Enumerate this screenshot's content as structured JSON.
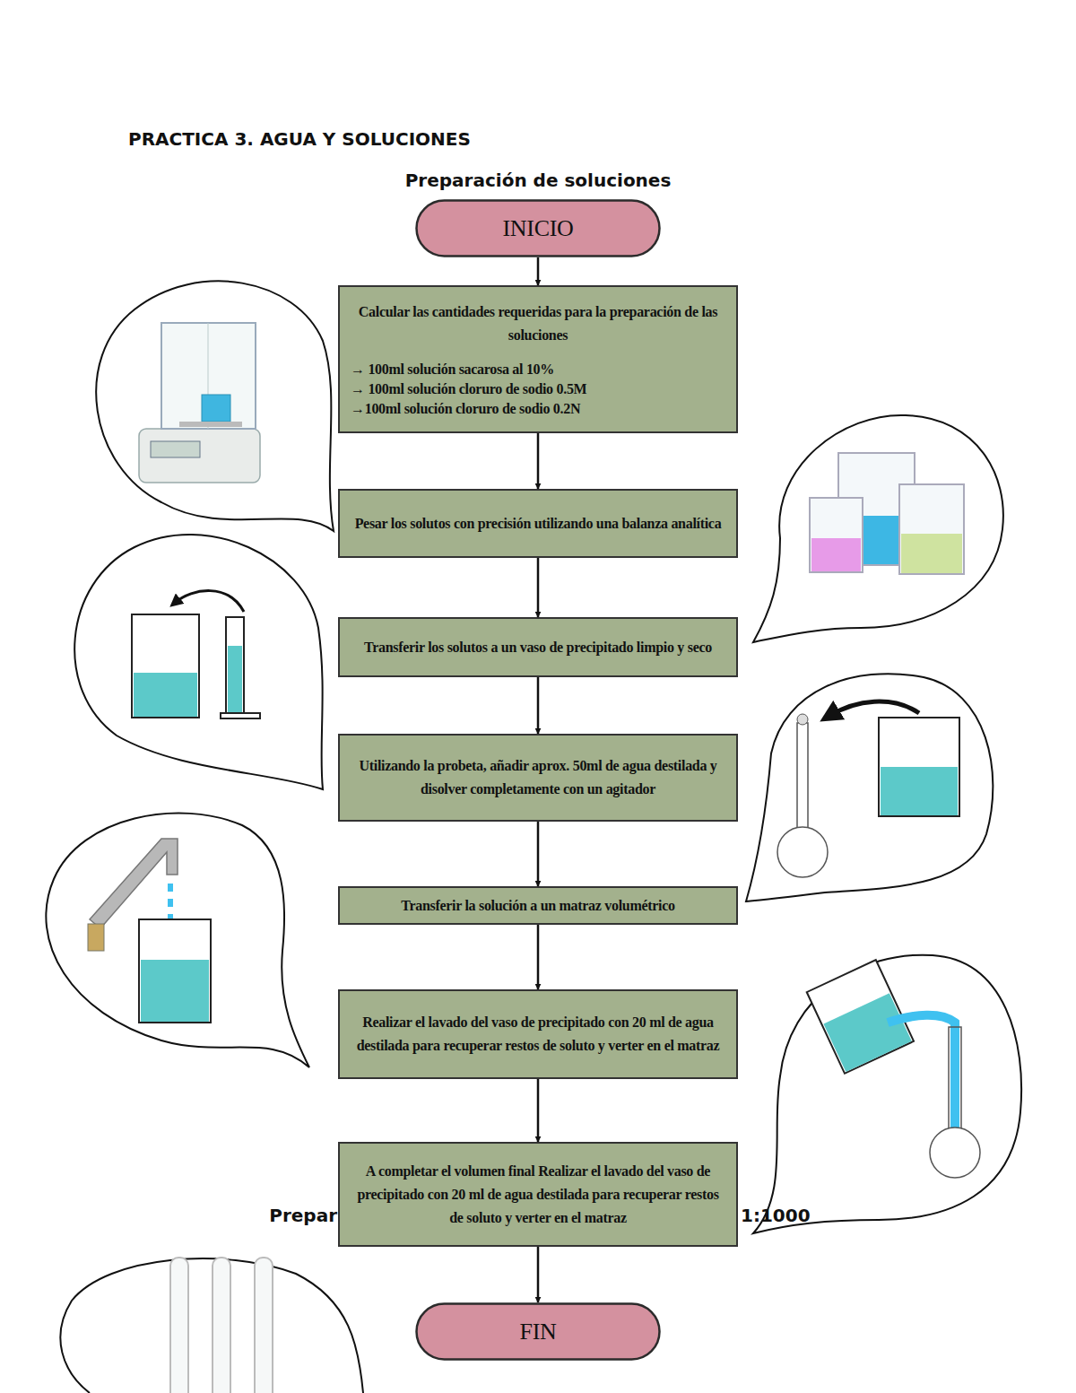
{
  "diagram": {
    "title": "PRACTICA 3. AGUA Y SOLUCIONES",
    "nodes": [
      {
        "text": [
          "INICIO"
        ]
      },
      {
        "text": [
          "Calcular las cantidades requeridas para la preparación de las soluciones",
          "→ 100ml solución sacarosa al 10%",
          "→ 100ml solución cloruro de sodio 0.5M",
          "→100ml solución cloruro de sodio 0.2N"
        ]
      },
      {
        "text": [
          "Pesar los solutos con precisión utilizando una balanza analítica"
        ]
      },
      {
        "text": [
          "Transferir los solutos a un vaso de precipitado limpio y seco"
        ]
      },
      {
        "text": [
          "Utilizando la probeta, añadir aprox. 50ml de agua destilada y disolver completamente con un agitador"
        ]
      },
      {
        "text": [
          "Transferir la solución a un matraz volumétrico"
        ]
      },
      {
        "text": [
          "Realizar el lavado del vaso de precipitado con 20 ml de agua destilada para recuperar restos de soluto y verter en el matraz"
        ]
      },
      {
        "text": [
          "A completar el volumen final Realizar el lavado del vaso de precipitado con 20 ml de agua destilada para recuperar restos de soluto y verter en el matraz"
        ]
      },
      {
        "text": [
          "FIN"
        ]
      }
    ],
    "edges": [
      {
        "from": 0,
        "to": 1,
        "arrow": "to"
      },
      {
        "from": 1,
        "to": 2,
        "arrow": "to"
      },
      {
        "from": 2,
        "to": 3,
        "arrow": "to"
      },
      {
        "from": 3,
        "to": 4,
        "arrow": "to"
      },
      {
        "from": 4,
        "to": 5,
        "arrow": "to"
      },
      {
        "from": 5,
        "to": 6,
        "arrow": "to"
      },
      {
        "from": 6,
        "to": 7,
        "arrow": "to"
      },
      {
        "from": 7,
        "to": 8,
        "arrow": "to"
      }
    ],
    "labels": [
      "Preparación de soluciones",
      "Prepar",
      "1:1000"
    ]
  }
}
